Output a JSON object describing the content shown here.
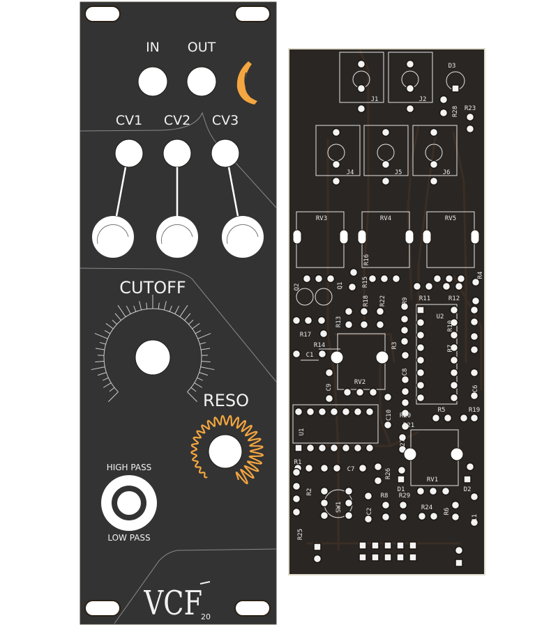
{
  "panel": {
    "labels": {
      "in": "IN",
      "out": "OUT",
      "cv1": "CV1",
      "cv2": "CV2",
      "cv3": "CV3",
      "cutoff": "CUTOFF",
      "reso": "RESO",
      "high_pass": "HIGH PASS",
      "low_pass": "LOW PASS"
    },
    "logo": {
      "name": "VCF",
      "suffix": "20"
    },
    "colors": {
      "panel": "#333333",
      "accent": "#f4a640",
      "jack": "#ffffff"
    },
    "icons": [
      "banana-icon"
    ]
  },
  "pcb": {
    "colors": {
      "board": "#2a2623",
      "silk": "#ececec",
      "trace": "#3a2e24"
    },
    "designators": {
      "J1": "J1",
      "J2": "J2",
      "D3": "D3",
      "R28": "R28",
      "R23": "R23",
      "J4": "J4",
      "J5": "J5",
      "J6": "J6",
      "RV3": "RV3",
      "RV4": "RV4",
      "RV5": "RV5",
      "R16": "R16",
      "R4": "R4",
      "Q2": "Q2",
      "Q1": "Q1",
      "R15": "R15",
      "R18": "R18",
      "R22": "R22",
      "R9": "R9",
      "R11": "R11",
      "R12": "R12",
      "U2": "U2",
      "R10": "R10",
      "R13": "R13",
      "R17": "R17",
      "R14": "R14",
      "R3": "R3",
      "R7": "R7",
      "C1": "C1",
      "C8": "C8",
      "RV2": "RV2",
      "C9": "C9",
      "C6": "C6",
      "C10": "C10",
      "R5": "R5",
      "R19": "R19",
      "R20": "R20",
      "R21": "R21",
      "U1": "U1",
      "R27": "R27",
      "R1": "R1",
      "C7": "C7",
      "R26": "R26",
      "RV1": "RV1",
      "D1": "D1",
      "D2": "D2",
      "R2": "R2",
      "SW1": "SW1",
      "C2": "C2",
      "R8": "R8",
      "R29": "R29",
      "R24": "R24",
      "R6": "R6",
      "C11": "C11",
      "R25": "R25"
    }
  }
}
